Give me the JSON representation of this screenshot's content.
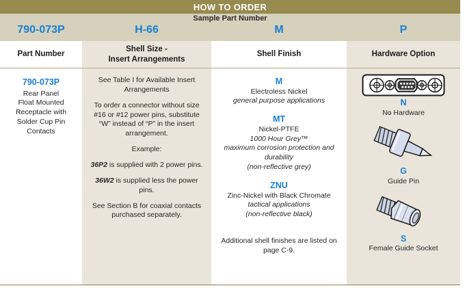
{
  "title": "HOW TO ORDER",
  "sample": {
    "label": "Sample Part Number",
    "values": [
      "790-073P",
      "H-66",
      "M",
      "P"
    ]
  },
  "colors": {
    "title_bar": "#968a4f",
    "sample_band": "#d6d1bc",
    "column_beige": "#eae5da",
    "accent_blue": "#1a7fd4",
    "border": "#b5ab82"
  },
  "columns": [
    {
      "header": "Part Number",
      "header_line2": "",
      "background": "white"
    },
    {
      "header": "Shell Size -",
      "header_line2": "Insert Arrangements",
      "background": "beige"
    },
    {
      "header": "Shell Finish",
      "header_line2": "",
      "background": "white"
    },
    {
      "header": "Hardware Option",
      "header_line2": "",
      "background": "beige"
    }
  ],
  "part_number": {
    "code": "790-073P",
    "description_lines": [
      "Rear Panel",
      "Float Mounted",
      "Receptacle with",
      "Solder Cup Pin",
      "Contacts"
    ]
  },
  "shell_size": {
    "para1": "See Table I for Available Insert Arrangements",
    "para2": "To order a connector without size #16 or #12 power pins, substitute “W” instead of “P” in the insert arrangement.",
    "example_label": "Example:",
    "example1_code": "36P2",
    "example1_text": " is supplied with 2 power pins.",
    "example2_code": "36W2",
    "example2_text": " is supplied less the power pins.",
    "para3": "See Section B for coaxial contacts purchased separately."
  },
  "shell_finish": {
    "options": [
      {
        "code": "M",
        "name": "Electroless Nickel",
        "notes": [
          "general purpose applications"
        ]
      },
      {
        "code": "MT",
        "name": "Nickel-PTFE",
        "notes": [
          "1000 Hour Grey™",
          "maximum corrosion protection and durability",
          "(non-reflective grey)"
        ]
      },
      {
        "code": "ZNU",
        "name": "Zinc-Nickel with Black Chromate",
        "notes": [
          "tactical applications",
          "(non-reflective black)"
        ]
      }
    ],
    "footnote": "Additional shell finishes are listed on page C-9."
  },
  "hardware_option": {
    "options": [
      {
        "code": "N",
        "name": "No Hardware",
        "icon": "dsub-connector-icon"
      },
      {
        "code": "G",
        "name": "Guide Pin",
        "icon": "guide-pin-icon"
      },
      {
        "code": "S",
        "name": "Female Guide Socket",
        "icon": "guide-socket-icon"
      }
    ]
  }
}
